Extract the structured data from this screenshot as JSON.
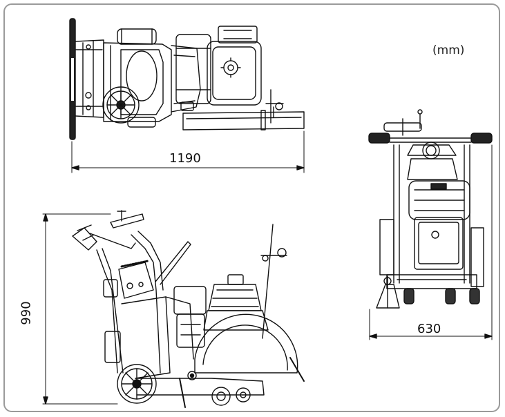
{
  "unit": "(mm)",
  "dimensions": {
    "length": "1190",
    "width": "630",
    "height": "990"
  },
  "views": {
    "top": "top-view",
    "rear": "rear-view",
    "side": "side-view"
  }
}
